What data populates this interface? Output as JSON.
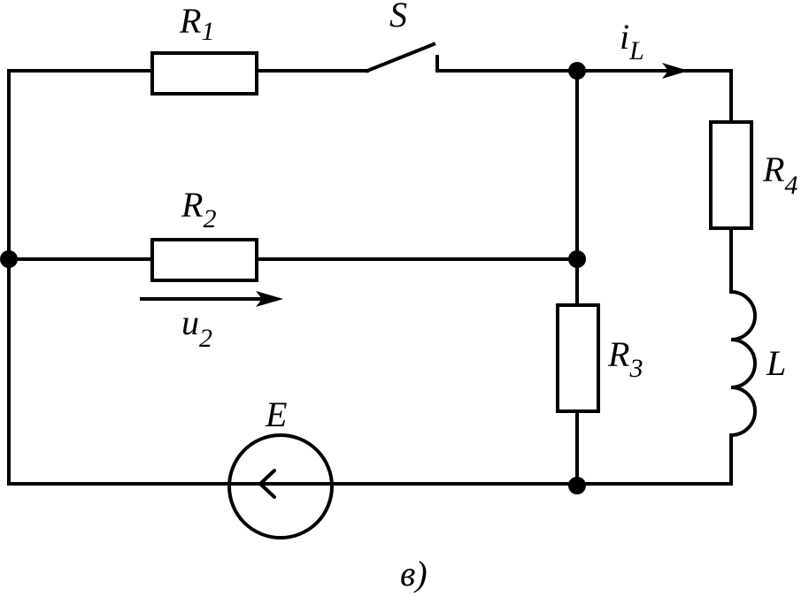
{
  "labels": {
    "r1": {
      "main": "R",
      "sub": "1"
    },
    "r2": {
      "main": "R",
      "sub": "2"
    },
    "r3": {
      "main": "R",
      "sub": "3"
    },
    "r4": {
      "main": "R",
      "sub": "4"
    },
    "s": "S",
    "il": {
      "main": "i",
      "sub": "L"
    },
    "l": "L",
    "e": "E",
    "u2": {
      "main": "u",
      "sub": "2"
    },
    "caption": "в)"
  },
  "colors": {
    "line": "#000000",
    "background": "#ffffff"
  }
}
